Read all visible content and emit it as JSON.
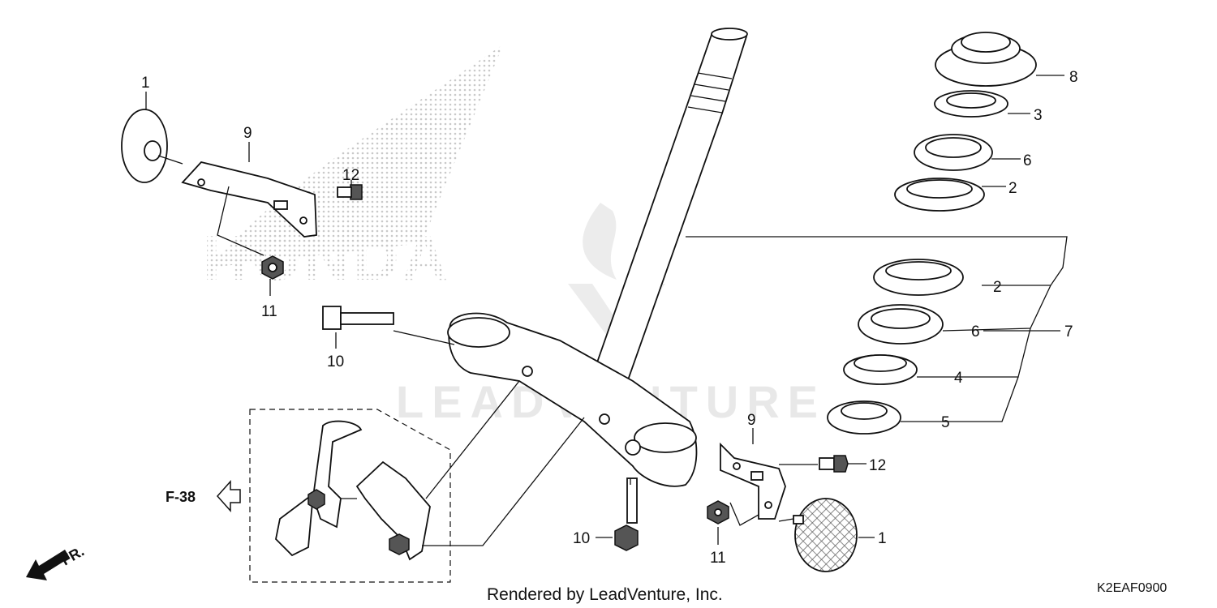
{
  "callouts": {
    "p1_top": "1",
    "p9_top": "9",
    "p12_top": "12",
    "p11_top": "11",
    "p10_top": "10",
    "p8": "8",
    "p3": "3",
    "p6_top": "6",
    "p2_top": "2",
    "p2_mid": "2",
    "p6_mid": "6",
    "p7": "7",
    "p4": "4",
    "p5": "5",
    "p9_bottom": "9",
    "p12_bottom": "12",
    "p1_bottom": "1",
    "p10_bottom": "10",
    "p11_bottom": "11"
  },
  "reference": {
    "label": "F-38"
  },
  "direction": {
    "label": "FR."
  },
  "watermarks": {
    "brand_logo_text": "HONDA",
    "site_text": "LEADVENTURE"
  },
  "footer": {
    "credit": "Rendered by LeadVenture, Inc.",
    "diagram_code": "K2EAF0900"
  }
}
